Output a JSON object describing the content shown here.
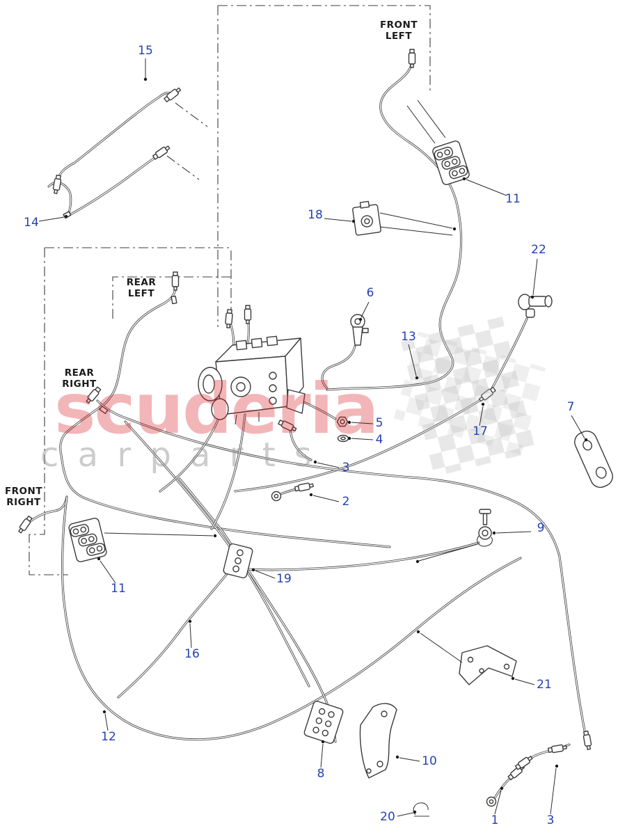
{
  "colors": {
    "callout": "#2440b3",
    "line": "#3a3a3a",
    "label": "#1a1a1a",
    "watermark-red": "#d81f26",
    "watermark-gray": "#9a9a9a"
  },
  "corner_labels": {
    "front_left": {
      "line1": "FRONT",
      "line2": "LEFT"
    },
    "rear_left": {
      "line1": "REAR",
      "line2": "LEFT"
    },
    "rear_right": {
      "line1": "REAR",
      "line2": "RIGHT"
    },
    "front_right": {
      "line1": "FRONT",
      "line2": "RIGHT"
    }
  },
  "callouts": [
    {
      "label": "15"
    },
    {
      "label": "14"
    },
    {
      "label": "18"
    },
    {
      "label": "11"
    },
    {
      "label": "22"
    },
    {
      "label": "6"
    },
    {
      "label": "13"
    },
    {
      "label": "17"
    },
    {
      "label": "7"
    },
    {
      "label": "5"
    },
    {
      "label": "4"
    },
    {
      "label": "3"
    },
    {
      "label": "2"
    },
    {
      "label": "19"
    },
    {
      "label": "9"
    },
    {
      "label": "11"
    },
    {
      "label": "16"
    },
    {
      "label": "12"
    },
    {
      "label": "8"
    },
    {
      "label": "10"
    },
    {
      "label": "21"
    },
    {
      "label": "20"
    },
    {
      "label": "1"
    },
    {
      "label": "3"
    }
  ],
  "watermark": {
    "word": "scuderia",
    "letters": "c a r   p a r t s"
  }
}
